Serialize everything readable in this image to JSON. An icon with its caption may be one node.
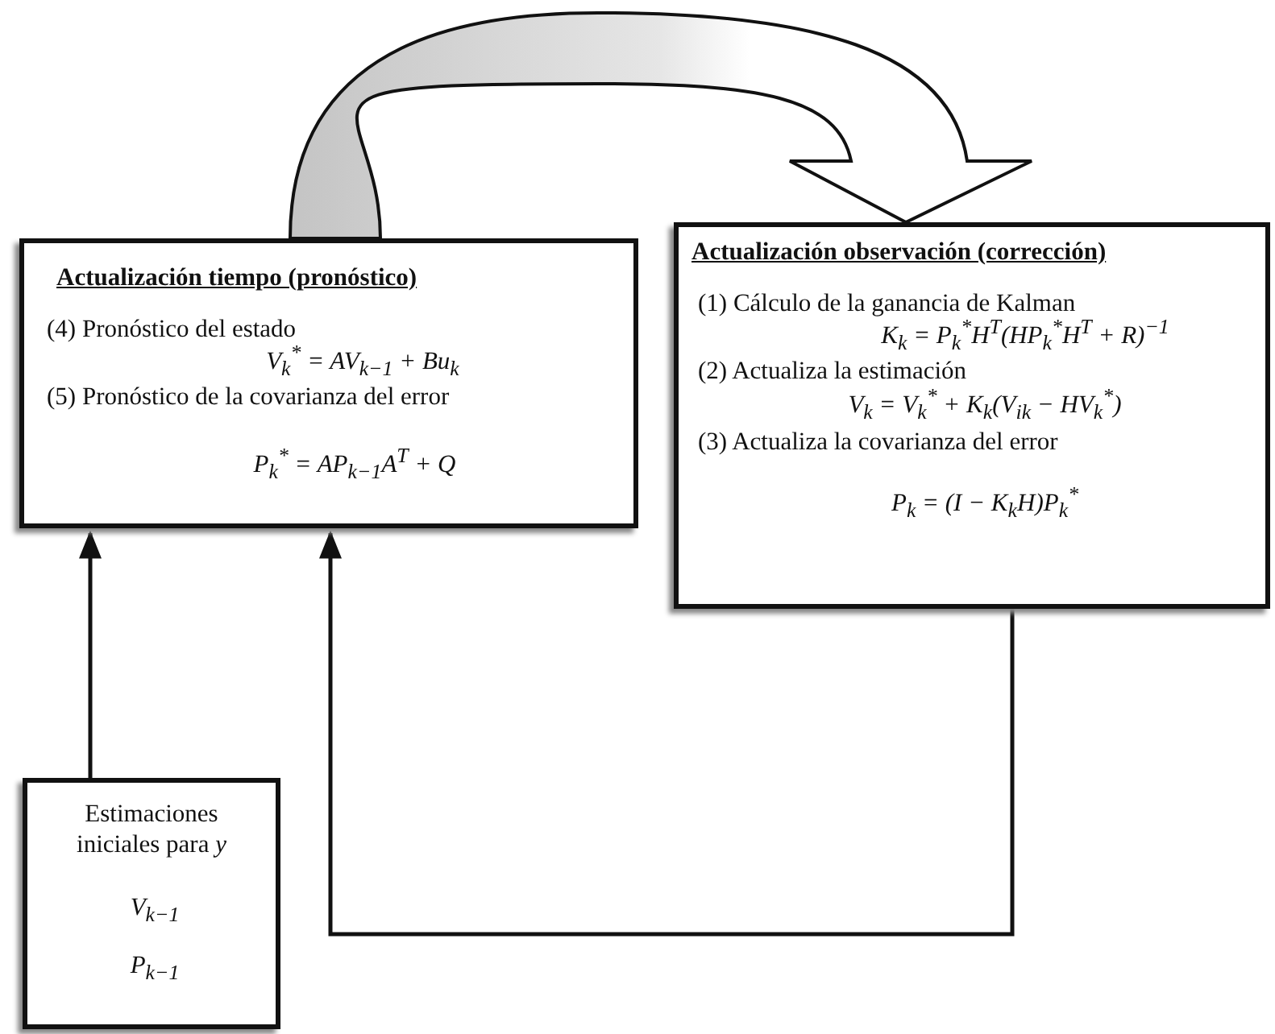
{
  "diagram": {
    "nodes": [
      {
        "text": [
          "Actualización tiempo (pronóstico)",
          "(4) Pronóstico del estado",
          "V$_{k}$$^{*}$ = AV$_{k−1}$ + Bu$_{k}$",
          "(5) Pronóstico de la covarianza del error",
          "P$_{k}$$^{*}$ = AP$_{k−1}$A$^{T}$ + Q"
        ]
      },
      {
        "text": [
          "Actualización observación (corrección)",
          "(1) Cálculo de la ganancia de Kalman",
          "K$_{k}$ = P$_{k}$$^{*}$H$^{T}$(HP$_{k}$$^{*}$H$^{T}$ + R)$^{−1}$",
          "(2) Actualiza la estimación",
          "V$_{k}$ = V$_{k}$$^{*}$ + K$_{k}$(V$_{i}$$_{k}$ − HV$_{k}$$^{*}$)",
          "(3) Actualiza la covarianza del error",
          "P$_{k}$ = (I − K$_{k}$H)P$_{k}$$^{*}$"
        ]
      },
      {
        "text": [
          "Estimaciones iniciales para *y*",
          "V$_{k−1}$",
          "P$_{k−1}$"
        ]
      }
    ],
    "edges": [
      {
        "from": 0,
        "to": 1,
        "arrow": "to",
        "style": "thick"
      },
      {
        "from": 2,
        "to": 0,
        "arrow": "to"
      },
      {
        "from": 1,
        "to": 0,
        "arrow": "to"
      }
    ]
  }
}
